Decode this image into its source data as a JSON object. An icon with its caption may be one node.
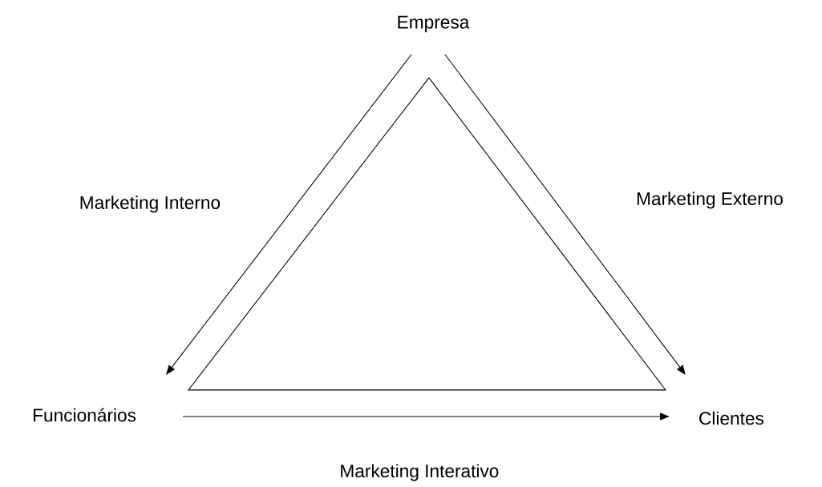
{
  "diagram": {
    "nodes": [
      {
        "text": [
          "Empresa"
        ]
      },
      {
        "text": [
          "Funcionários"
        ]
      },
      {
        "text": [
          "Clientes"
        ]
      }
    ],
    "edges": [
      {
        "from": 0,
        "to": 1,
        "arrow": "to",
        "label": "Marketing Interno"
      },
      {
        "from": 0,
        "to": 2,
        "arrow": "to",
        "label": "Marketing Externo"
      },
      {
        "from": 1,
        "to": 2,
        "arrow": "to",
        "label": "Marketing Interativo"
      }
    ]
  }
}
